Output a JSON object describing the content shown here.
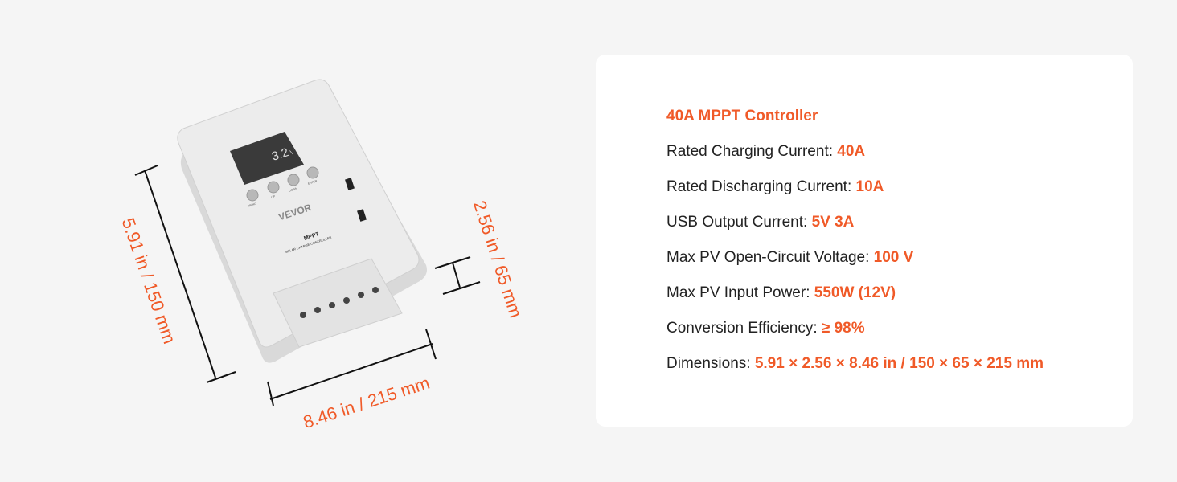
{
  "illustration": {
    "height_label": "5.91 in / 150 mm",
    "width_label": "8.46 in / 215 mm",
    "depth_label": "2.56 in / 65 mm",
    "device": {
      "brand": "VEVOR",
      "model": "MPPT",
      "subtitle": "SOLAR CHARGE CONTROLLER",
      "display_value": "3.2",
      "display_unit": "V",
      "buttons": [
        "MENU",
        "UP",
        "DOWN",
        "ENTER"
      ]
    }
  },
  "specs": {
    "title": "40A MPPT Controller",
    "rows": [
      {
        "label": "Rated Charging Current: ",
        "value": "40A"
      },
      {
        "label": "Rated Discharging Current: ",
        "value": "10A"
      },
      {
        "label": "USB Output Current: ",
        "value": "5V 3A"
      },
      {
        "label": "Max PV Open-Circuit Voltage: ",
        "value": "100 V"
      },
      {
        "label": "Max PV Input Power: ",
        "value": "550W (12V)"
      },
      {
        "label": "Conversion Efficiency: ",
        "value": "≥ 98%"
      },
      {
        "label": "Dimensions: ",
        "value": "5.91 × 2.56 × 8.46 in / 150 × 65 × 215 mm"
      }
    ]
  },
  "colors": {
    "accent": "#f05a28",
    "text": "#222222",
    "background": "#f5f5f5"
  }
}
